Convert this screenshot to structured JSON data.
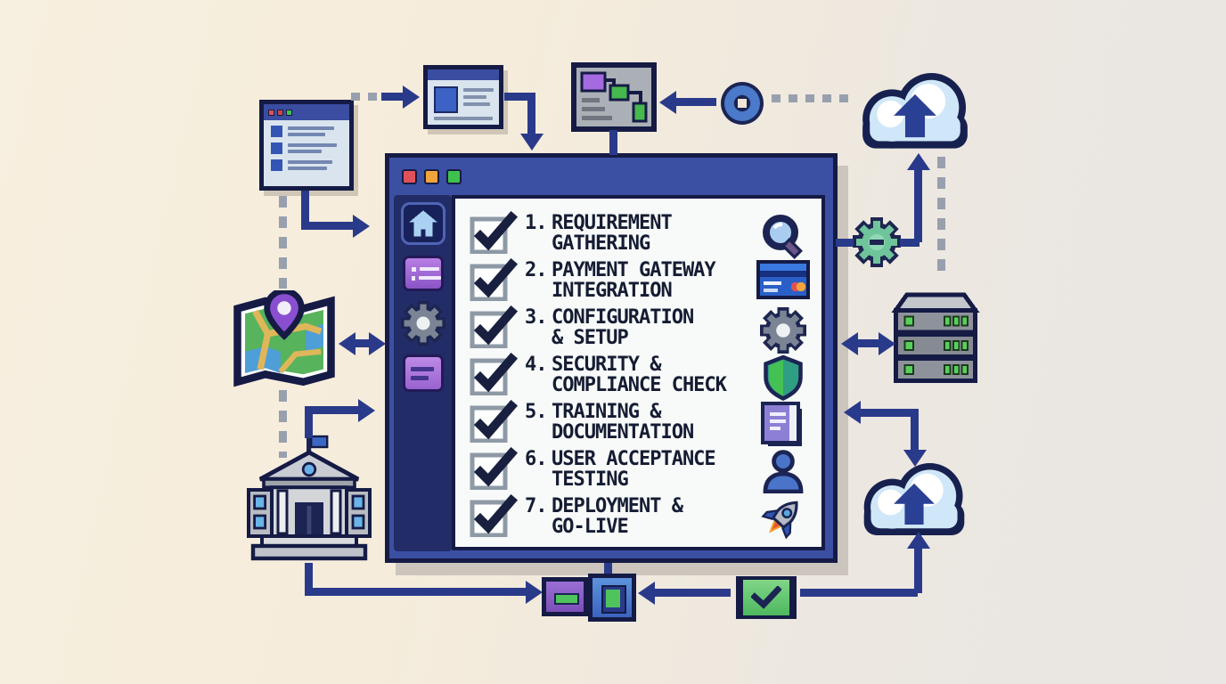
{
  "meta": {
    "scene": "pixel-art illustration of a software deployment checklist window connected to surrounding system icons"
  },
  "colors": {
    "background_left": "#f7efdf",
    "background_right": "#e9e6e3",
    "window_frame": "#3b4fa3",
    "window_outline": "#151b45",
    "sidebar_bg": "#222c66",
    "panel_bg": "#f8faf9",
    "text": "#151c33",
    "connector": "#2a3a8a",
    "dashed_connector": "#98a0ae",
    "accent_green": "#4eb85e",
    "accent_purple": "#8a54c6"
  },
  "window": {
    "traffic_lights": [
      {
        "name": "close",
        "color": "#e0525a"
      },
      {
        "name": "minimize",
        "color": "#f2a43c"
      },
      {
        "name": "zoom",
        "color": "#3fc24c"
      }
    ],
    "sidebar": {
      "items": [
        {
          "icon": "home-icon",
          "active": true
        },
        {
          "icon": "list-icon",
          "active": false
        },
        {
          "icon": "gear-icon",
          "active": false
        },
        {
          "icon": "storage-icon",
          "active": false
        }
      ]
    },
    "checklist": [
      {
        "number": "1.",
        "line1": "REQUIREMENT",
        "line2": "GATHERING",
        "icon": "magnifier-icon",
        "checked": true
      },
      {
        "number": "2.",
        "line1": "PAYMENT GATEWAY",
        "line2": "INTEGRATION",
        "icon": "credit-card-icon",
        "checked": true
      },
      {
        "number": "3.",
        "line1": "CONFIGURATION",
        "line2": "& SETUP",
        "icon": "gear-icon",
        "checked": true
      },
      {
        "number": "4.",
        "line1": "SECURITY &",
        "line2": "COMPLIANCE CHECK",
        "icon": "shield-icon",
        "checked": true
      },
      {
        "number": "5.",
        "line1": "TRAINING &",
        "line2": "DOCUMENTATION",
        "icon": "book-icon",
        "checked": true
      },
      {
        "number": "6.",
        "line1": "USER ACCEPTANCE",
        "line2": "TESTING",
        "icon": "user-icon",
        "checked": true
      },
      {
        "number": "7.",
        "line1": "DEPLOYMENT &",
        "line2": "GO-LIVE",
        "icon": "rocket-icon",
        "checked": true
      }
    ]
  },
  "periphery": {
    "top_left": [
      "list-window-icon",
      "browser-window-icon"
    ],
    "top_center": [
      "flowchart-monitor-icon",
      "token-icon"
    ],
    "top_right": [
      "cloud-upload-icon"
    ],
    "right": [
      "sync-gear-icon",
      "server-rack-icon",
      "cloud-upload-icon"
    ],
    "left": [
      "map-icon",
      "bank-icon"
    ],
    "bottom": [
      "modules-icon",
      "check-badge-icon"
    ]
  }
}
